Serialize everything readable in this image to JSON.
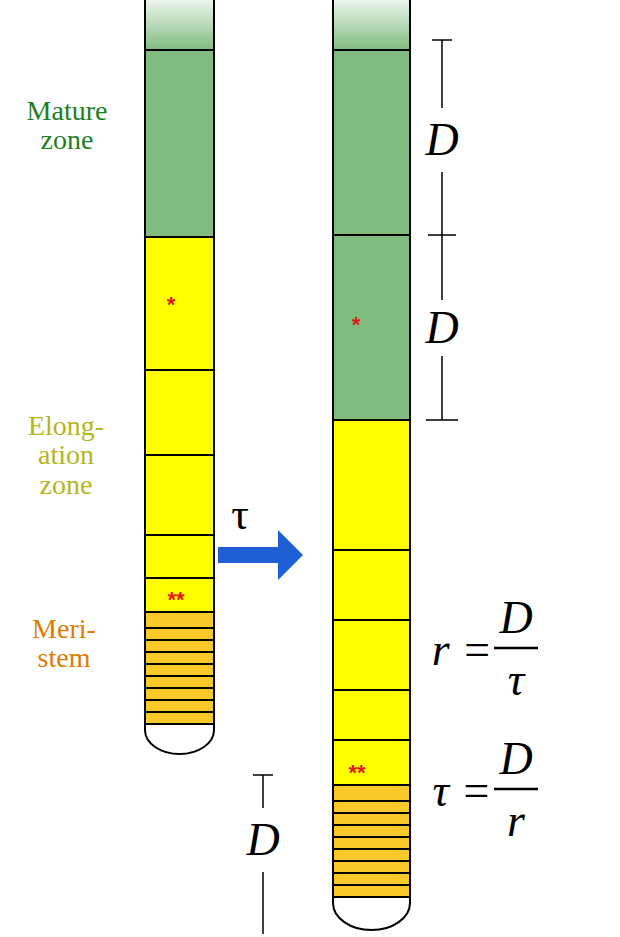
{
  "diagram": {
    "labels": [
      "Mature zone",
      "*",
      "Elong- ation zone",
      "τ",
      "**",
      "Meri- stem",
      "D",
      "*",
      "D",
      "r =",
      "D",
      "τ",
      "**",
      "τ =",
      "D",
      "r",
      "D"
    ]
  }
}
